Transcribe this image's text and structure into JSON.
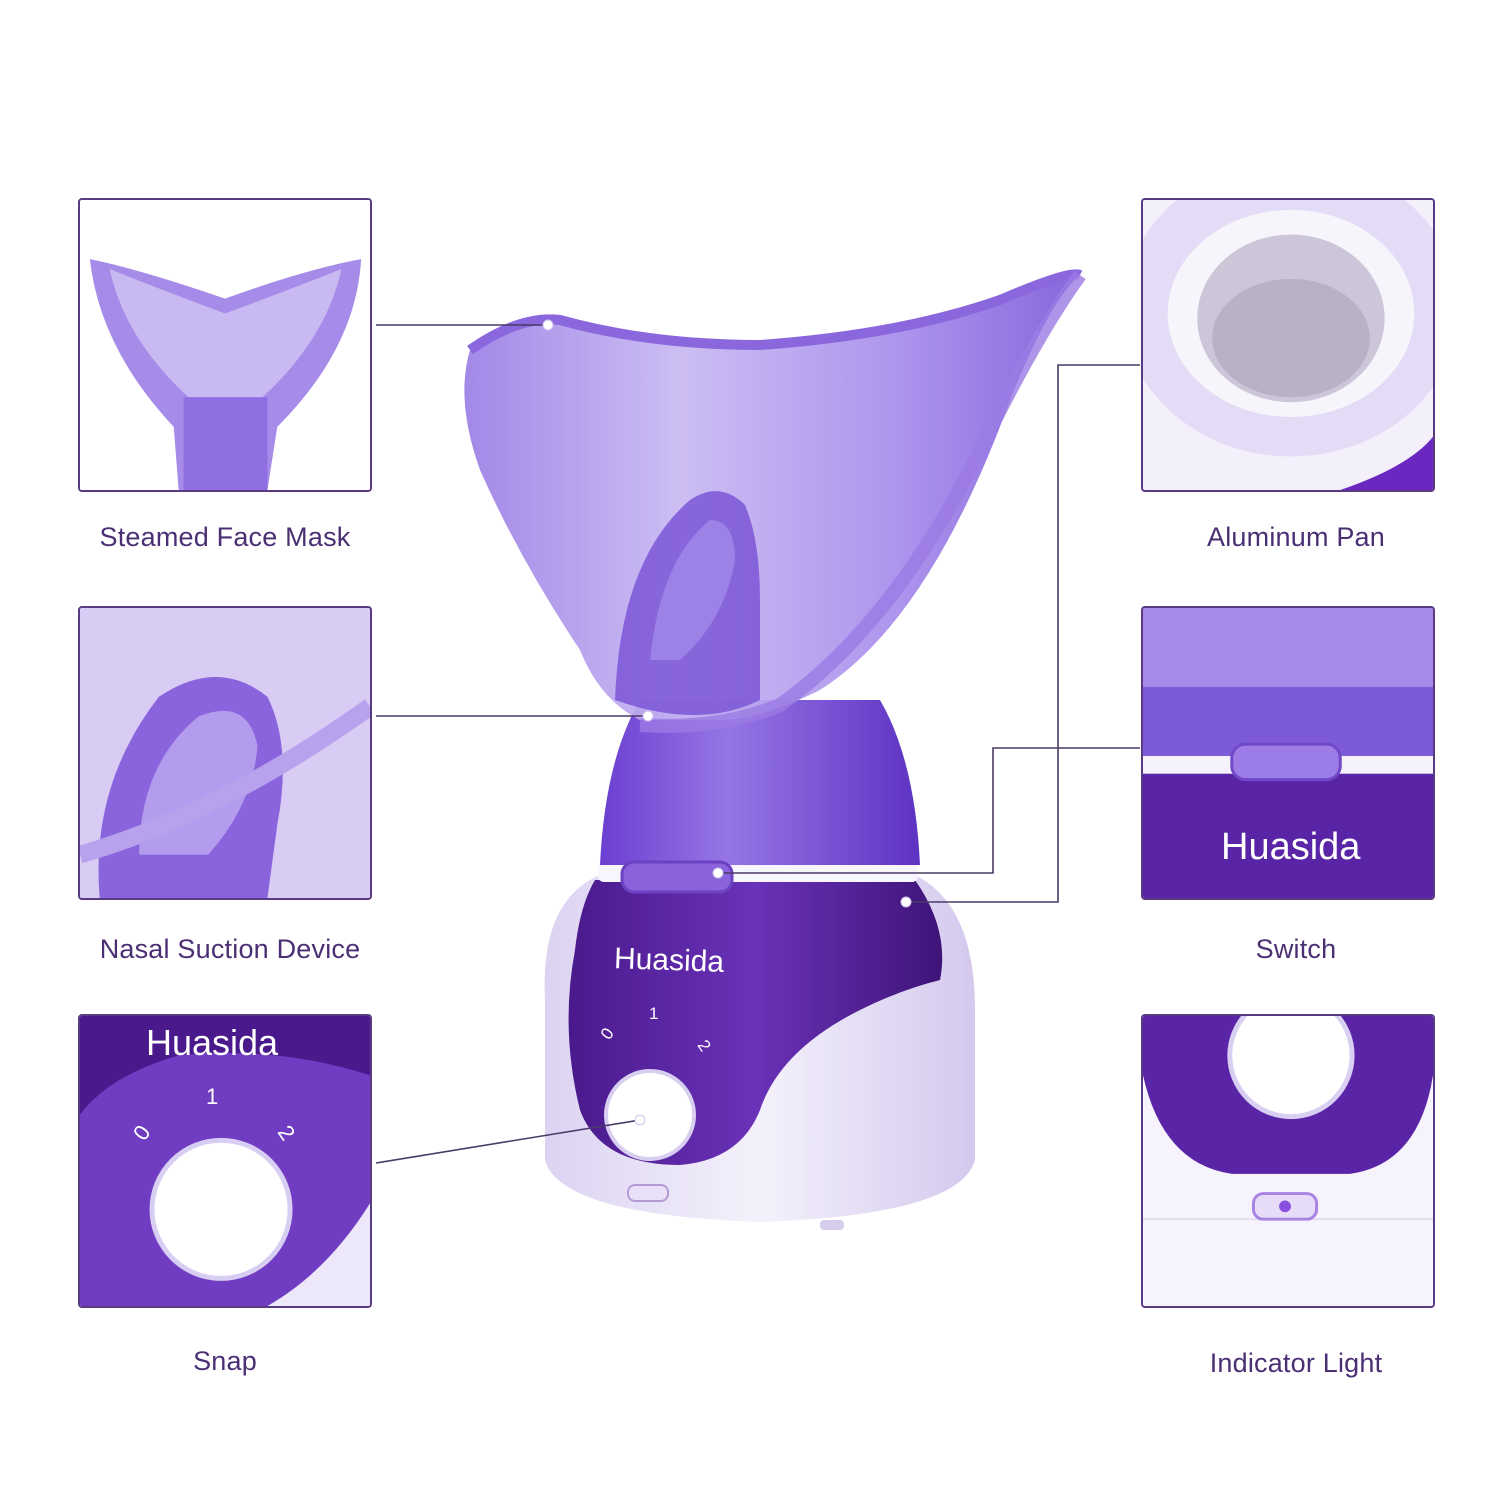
{
  "product": {
    "brand": "Huasida",
    "dial_numbers": [
      "0",
      "1",
      "2"
    ]
  },
  "parts": [
    {
      "id": "face-mask",
      "caption": "Steamed Face Mask"
    },
    {
      "id": "nasal",
      "caption": "Nasal Suction Device"
    },
    {
      "id": "snap",
      "caption": "Snap"
    },
    {
      "id": "pan",
      "caption": "Aluminum Pan"
    },
    {
      "id": "switch",
      "caption": "Switch"
    },
    {
      "id": "indicator",
      "caption": "Indicator Light"
    }
  ],
  "colors": {
    "purple_dark": "#4a1a8c",
    "purple_mid": "#7b4fcf",
    "lavender": "#b9a3ea",
    "base_white": "#ece6f8",
    "caption_text": "#4b2f74",
    "frame": "#5a3a82"
  }
}
